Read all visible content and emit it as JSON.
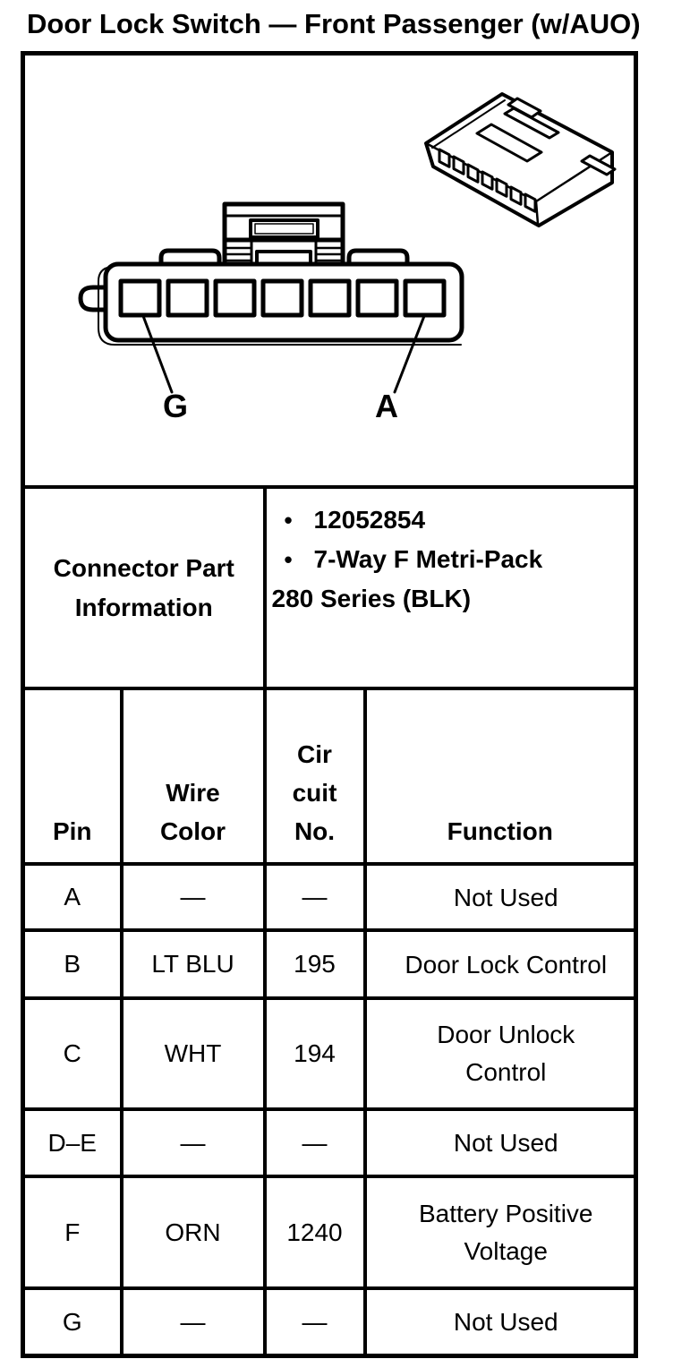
{
  "title": "Door Lock Switch — Front Passenger (w/AUO)",
  "diagram": {
    "pin_count": 7,
    "label_g": "G",
    "label_a": "A"
  },
  "part_info": {
    "label": "Connector Part Information",
    "bullet_char": "•",
    "bullets": [
      "12052854",
      "7-Way F Metri-Pack"
    ],
    "continuation": "280 Series (BLK)"
  },
  "pin_table": {
    "headers": {
      "pin": "Pin",
      "wire_color": [
        "Wire",
        "Color"
      ],
      "circuit_no": [
        "Cir",
        "cuit",
        "No."
      ],
      "function": "Function"
    },
    "rows": [
      {
        "pin": "A",
        "wire_color": "—",
        "circuit_no": "—",
        "function": "Not Used"
      },
      {
        "pin": "B",
        "wire_color": "LT BLU",
        "circuit_no": "195",
        "function": "Door Lock Control"
      },
      {
        "pin": "C",
        "wire_color": "WHT",
        "circuit_no": "194",
        "function": "Door Unlock Control"
      },
      {
        "pin": "D–E",
        "wire_color": "—",
        "circuit_no": "—",
        "function": "Not Used"
      },
      {
        "pin": "F",
        "wire_color": "ORN",
        "circuit_no": "1240",
        "function": "Battery Positive Voltage"
      },
      {
        "pin": "G",
        "wire_color": "—",
        "circuit_no": "—",
        "function": "Not Used"
      }
    ]
  },
  "colors": {
    "ink": "#000000",
    "paper": "#ffffff"
  }
}
